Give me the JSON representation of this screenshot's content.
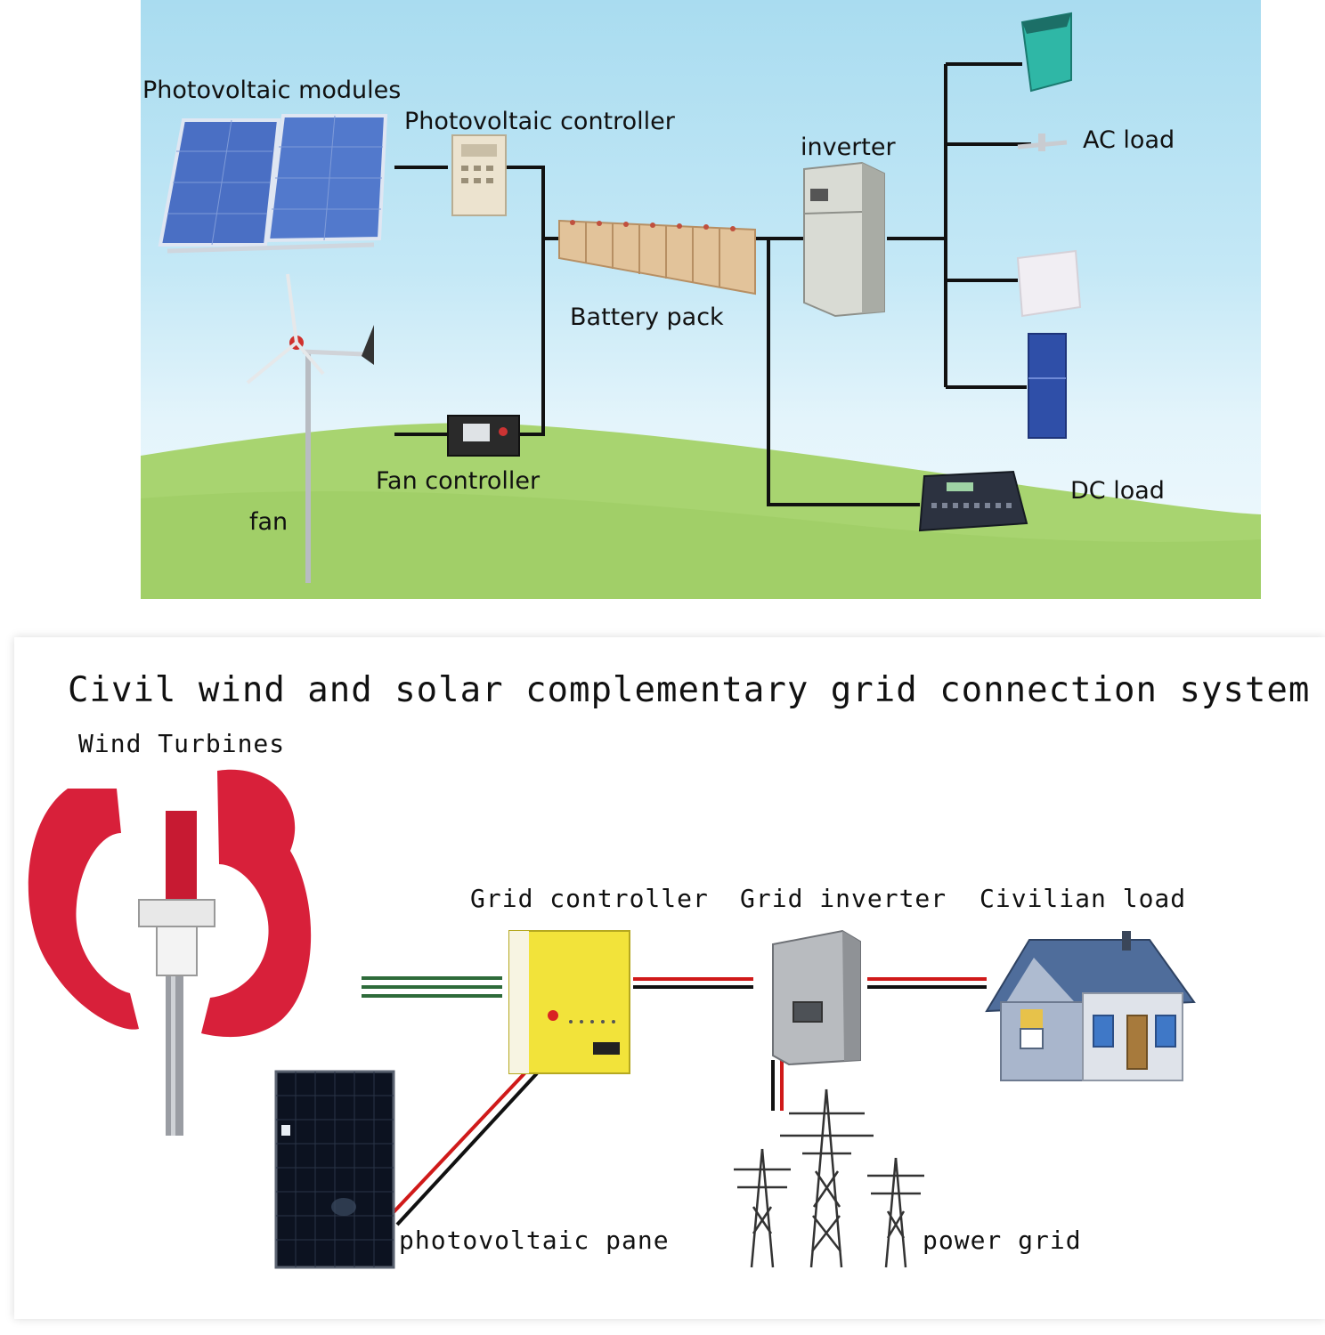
{
  "top_diagram": {
    "labels": {
      "pv_modules": "Photovoltaic modules",
      "pv_controller": "Photovoltaic controller",
      "inverter": "inverter",
      "ac_load": "AC load",
      "battery_pack": "Battery pack",
      "fan_controller": "Fan controller",
      "fan": "fan",
      "dc_load": "DC load"
    }
  },
  "bottom_diagram": {
    "title": "Civil wind and solar complementary grid connection system",
    "labels": {
      "wind_turbines": "Wind Turbines",
      "grid_controller": "Grid controller",
      "grid_inverter": "Grid inverter",
      "civilian_load": "Civilian load",
      "pv_pane": "photovoltaic pane",
      "power_grid": "power grid"
    }
  },
  "colors": {
    "sky": "#bfe6f6",
    "grass": "#a8d470",
    "wire_black": "#111111",
    "wire_red": "#d01a1a",
    "wire_green": "#2e6b3a",
    "turbine_red": "#d8203a",
    "controller_yellow": "#f2e33a",
    "solar_blue": "#4a6fc4"
  }
}
